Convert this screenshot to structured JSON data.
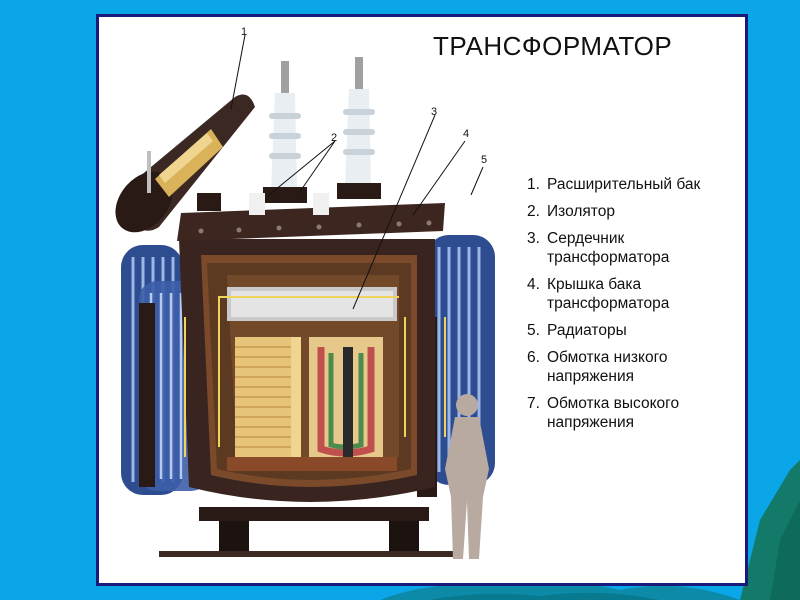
{
  "title": "ТРАНСФОРМАТОР",
  "legend": [
    {
      "num": "1.",
      "label": "Расширительный бак"
    },
    {
      "num": "2.",
      "label": "Изолятор"
    },
    {
      "num": "3.",
      "label": "Сердечник трансформатора"
    },
    {
      "num": "4.",
      "label": "Крышка бака трансформатора"
    },
    {
      "num": "5.",
      "label": "Радиаторы"
    },
    {
      "num": "6.",
      "label": "Обмотка низкого напряжения"
    },
    {
      "num": "7.",
      "label": "Обмотка высокого напряжения"
    }
  ],
  "callouts": [
    "1",
    "2",
    "3",
    "4",
    "5"
  ],
  "colors": {
    "background": "#0aa6e8",
    "panel_border": "#1a1a7a",
    "tank": "#3a2420",
    "radiator": "#3d5ea8",
    "coil_low": "#e8c47a",
    "coil_high": "#c0504d"
  }
}
